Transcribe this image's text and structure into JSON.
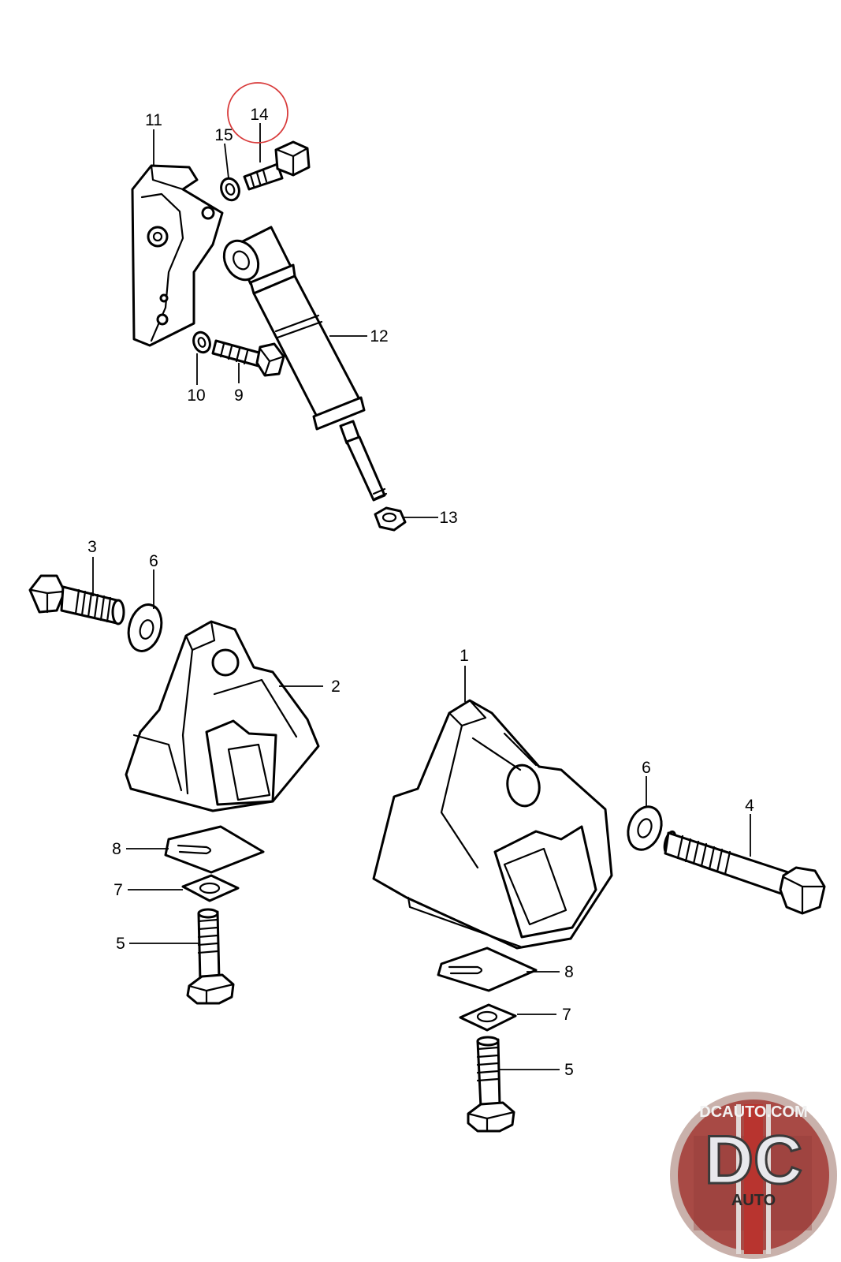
{
  "diagram": {
    "callouts": {
      "c1": "1",
      "c2": "2",
      "c3": "3",
      "c4": "4",
      "c5a": "5",
      "c5b": "5",
      "c6a": "6",
      "c6b": "6",
      "c7a": "7",
      "c7b": "7",
      "c8a": "8",
      "c8b": "8",
      "c9": "9",
      "c10": "10",
      "c11": "11",
      "c12": "12",
      "c13": "13",
      "c14": "14",
      "c15": "15"
    },
    "highlighted_callout": "14",
    "highlight_color": "#d83a3a",
    "line_color": "#000000"
  },
  "logo": {
    "website": "DCAUTO.COM",
    "initials": "DC",
    "subtitle": "AUTO",
    "colors": {
      "ring": "#c9b1ab",
      "inner": "#a84a45",
      "stripe": "#b8342f",
      "letters": "#e8e8ec"
    }
  }
}
